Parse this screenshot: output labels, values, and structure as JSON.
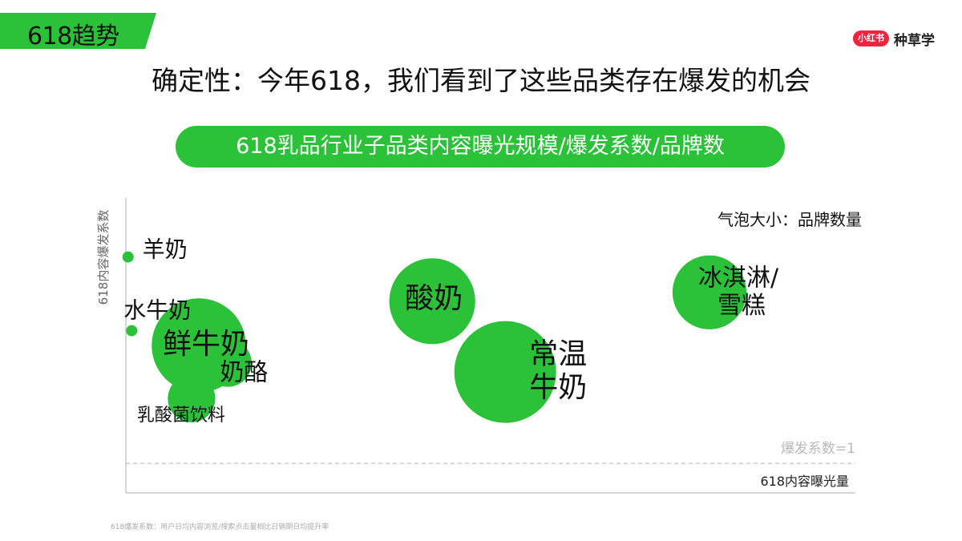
{
  "header": {
    "tag": "618趋势",
    "brand_logo": "小红书",
    "brand_text": "种草学"
  },
  "headline": "确定性：今年618，我们看到了这些品类存在爆发的机会",
  "chart_title": "618乳品行业子品类内容曝光规模/爆发系数/品牌数",
  "footnote": "618爆发系数：用户日均内容浏览/搜索点击量相比日销期日均提升率",
  "colors": {
    "green": "#2bc23a",
    "tag_green": "#2bc23a",
    "brand_red": "#f0243d",
    "axis": "#c8c8c8",
    "reference_line": "#bbbbbb"
  },
  "chart_data": {
    "type": "bubble",
    "xlabel": "618内容曝光量",
    "ylabel": "618内容爆发系数",
    "size_legend": "气泡大小：品牌数量",
    "reference": {
      "y": 1,
      "label": "爆发系数=1"
    },
    "xlim": [
      0,
      100
    ],
    "ylim": [
      0,
      10
    ],
    "points": [
      {
        "label": "羊奶",
        "x": 0.3,
        "y": 8.0,
        "brands": 1
      },
      {
        "label": "水牛奶",
        "x": 0.8,
        "y": 5.5,
        "brands": 1
      },
      {
        "label": "鲜牛奶",
        "x": 10.0,
        "y": 5.0,
        "brands": 22
      },
      {
        "label": "奶酪",
        "x": 14.0,
        "y": 4.4,
        "brands": 5
      },
      {
        "label": "乳酸菌饮料",
        "x": 9.0,
        "y": 3.2,
        "brands": 5
      },
      {
        "label": "酸奶",
        "x": 42.0,
        "y": 6.5,
        "brands": 18
      },
      {
        "label": "常温牛奶",
        "x": 52.0,
        "y": 4.1,
        "brands": 26
      },
      {
        "label": "冰淇淋/雪糕",
        "x": 80.0,
        "y": 6.8,
        "brands": 13
      }
    ]
  }
}
